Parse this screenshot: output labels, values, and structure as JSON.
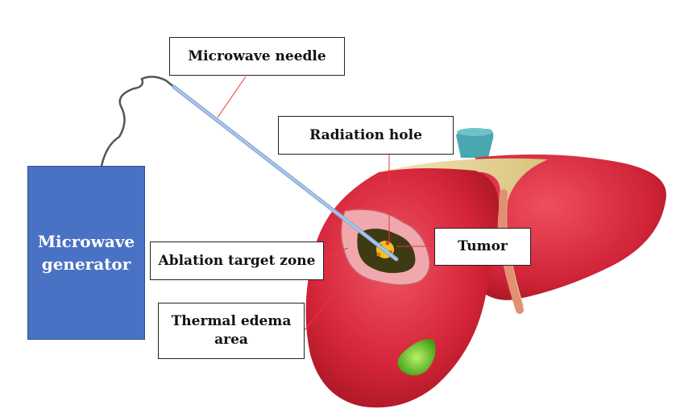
{
  "labels": {
    "microwave_needle": "Microwave needle",
    "radiation_hole": "Radiation hole",
    "tumor": "Tumor",
    "ablation_target_zone": "Ablation target zone",
    "thermal_edema_area": "Thermal edema\narea",
    "microwave_generator": "Microwave\ngenerator"
  },
  "colors": {
    "generator": "#4a72c4",
    "needle": "#8fb0dc",
    "liver": "#d9283a",
    "gallbladder": "#59c21a",
    "vessel": "#4aa7b0",
    "ligament": "#e8d79a",
    "ablation_zone": "#f0a8ad",
    "pointer": "#e53a3a"
  }
}
